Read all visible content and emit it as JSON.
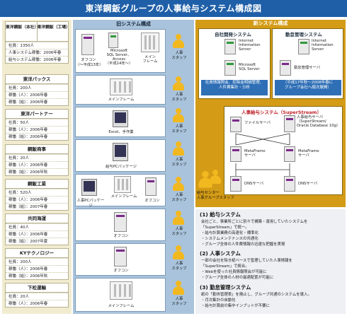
{
  "title": "東洋鋼鈑グループの人事給与システム構成図",
  "left": {
    "head_cols": [
      "東洋鋼鈑（本社）",
      "東洋鋼鈑（工場）"
    ],
    "head_rows": [
      "社員：1350人",
      "人事システム稼働：2006年春",
      "給与システム稼働：2006年春"
    ],
    "companies": [
      {
        "name": "東洋パックス",
        "rows": [
          "社員：200人",
          "稼働（人）：2006年春",
          "稼働（給）：2006年春"
        ]
      },
      {
        "name": "東洋パートナー",
        "rows": [
          "社員：50人",
          "稼働（人）：2006年春",
          "稼働（給）：2006年春"
        ]
      },
      {
        "name": "鋼鈑商事",
        "rows": [
          "社員：20人",
          "稼働（人）：2006年春",
          "稼働（給）：2006年秋"
        ]
      },
      {
        "name": "鋼鈑工業",
        "rows": [
          "社員：520人",
          "稼働（人）：2006年春",
          "稼働（給）：2007年春"
        ]
      },
      {
        "name": "共同海運",
        "rows": [
          "社員：40人",
          "稼働（人）：2006年春",
          "稼働（給）：2007年夏"
        ]
      },
      {
        "name": "KYテクノロジー",
        "rows": [
          "社員：200人",
          "稼働（人）：2006年春",
          "稼働（給）：2006年秋"
        ]
      },
      {
        "name": "下松運輸",
        "rows": [
          "社員：20人",
          "稼働（人）：2006年春"
        ]
      }
    ]
  },
  "old": {
    "title": "旧システム構成",
    "p1": {
      "a": "オフコン",
      "a2": "（～平成13年）",
      "b1": "Microsoft",
      "b2": "SQL Server、",
      "b3": "Access",
      "b4": "（平成14年～）",
      "c1": "メイン",
      "c2": "フレーム"
    },
    "p2": "メインフレーム",
    "p3": "Excel、手作業",
    "p4": "給与PCパッケージ",
    "p5": {
      "a": "メインフレーム",
      "b": "人事PCパッケージ",
      "c": "オフコン"
    },
    "p6": "オフコン",
    "p7": "オフコン",
    "p8": "メインフレーム",
    "staff1": "人事",
    "staff2": "スタッフ"
  },
  "new": {
    "title": "新システム構成",
    "dev": {
      "title": "自社開発システム",
      "iis1": "Internet",
      "iis2": "Information",
      "iis3": "Server",
      "sql1": "Microsoft",
      "sql2": "SQL Server",
      "blue1": "社員情報照会、控除金明細管理、",
      "blue2": "人件費集計・分析"
    },
    "kin": {
      "title": "勤怠管理システム",
      "iis1": "Internet",
      "iis2": "Information",
      "iis3": "Server",
      "srv": "勤怠管理サーバ",
      "blue1": "（平成17年秋～2008年春に",
      "blue2": "グループ会社へ順次展開）"
    },
    "ss": {
      "title": "人事給与システム（SuperStream）",
      "file": "ファイルサーバ",
      "hr1": "人事給与サーバ",
      "hr2": "（SuperStream/",
      "hr3": "Oracle Database 10g）",
      "mf1a": "MetaFrame",
      "mf1b": "サーバ",
      "mf2a": "MetaFrame",
      "mf2b": "サーバ",
      "dns1": "DNSサーバ",
      "dns2": "DNSサーバ"
    },
    "center1": "給与センター",
    "center2": "人事グループスタッフ"
  },
  "desc": {
    "h1": "(1) 給与システム",
    "t1": [
      "会社ごと、事業所ごとに別々で構築・運用していたシステムを",
      "「SuperStream」で統一。",
      "・給与計算業務の高速化・標準化",
      "・システムメンテナンスの共通化",
      "・グループ全体の人件費情報の迅速な把握を実現"
    ],
    "h2": "(2) 人事システム",
    "t2": [
      "一部の会社を除き紙ベースで管理していた人事情報を",
      "「SuperStream」で統合。",
      "・Webを使った社員情報照会が可能に",
      "・グループ全体の人材の最適配置が可能に"
    ],
    "h3": "(3) 勤怠管理システム",
    "t3": [
      "紙の「勤休管理表」を廃止し、グループ共通のシステムを導入。",
      "・月次集計の自動化",
      "・給与計算前の集中インプットが不要に"
    ]
  }
}
